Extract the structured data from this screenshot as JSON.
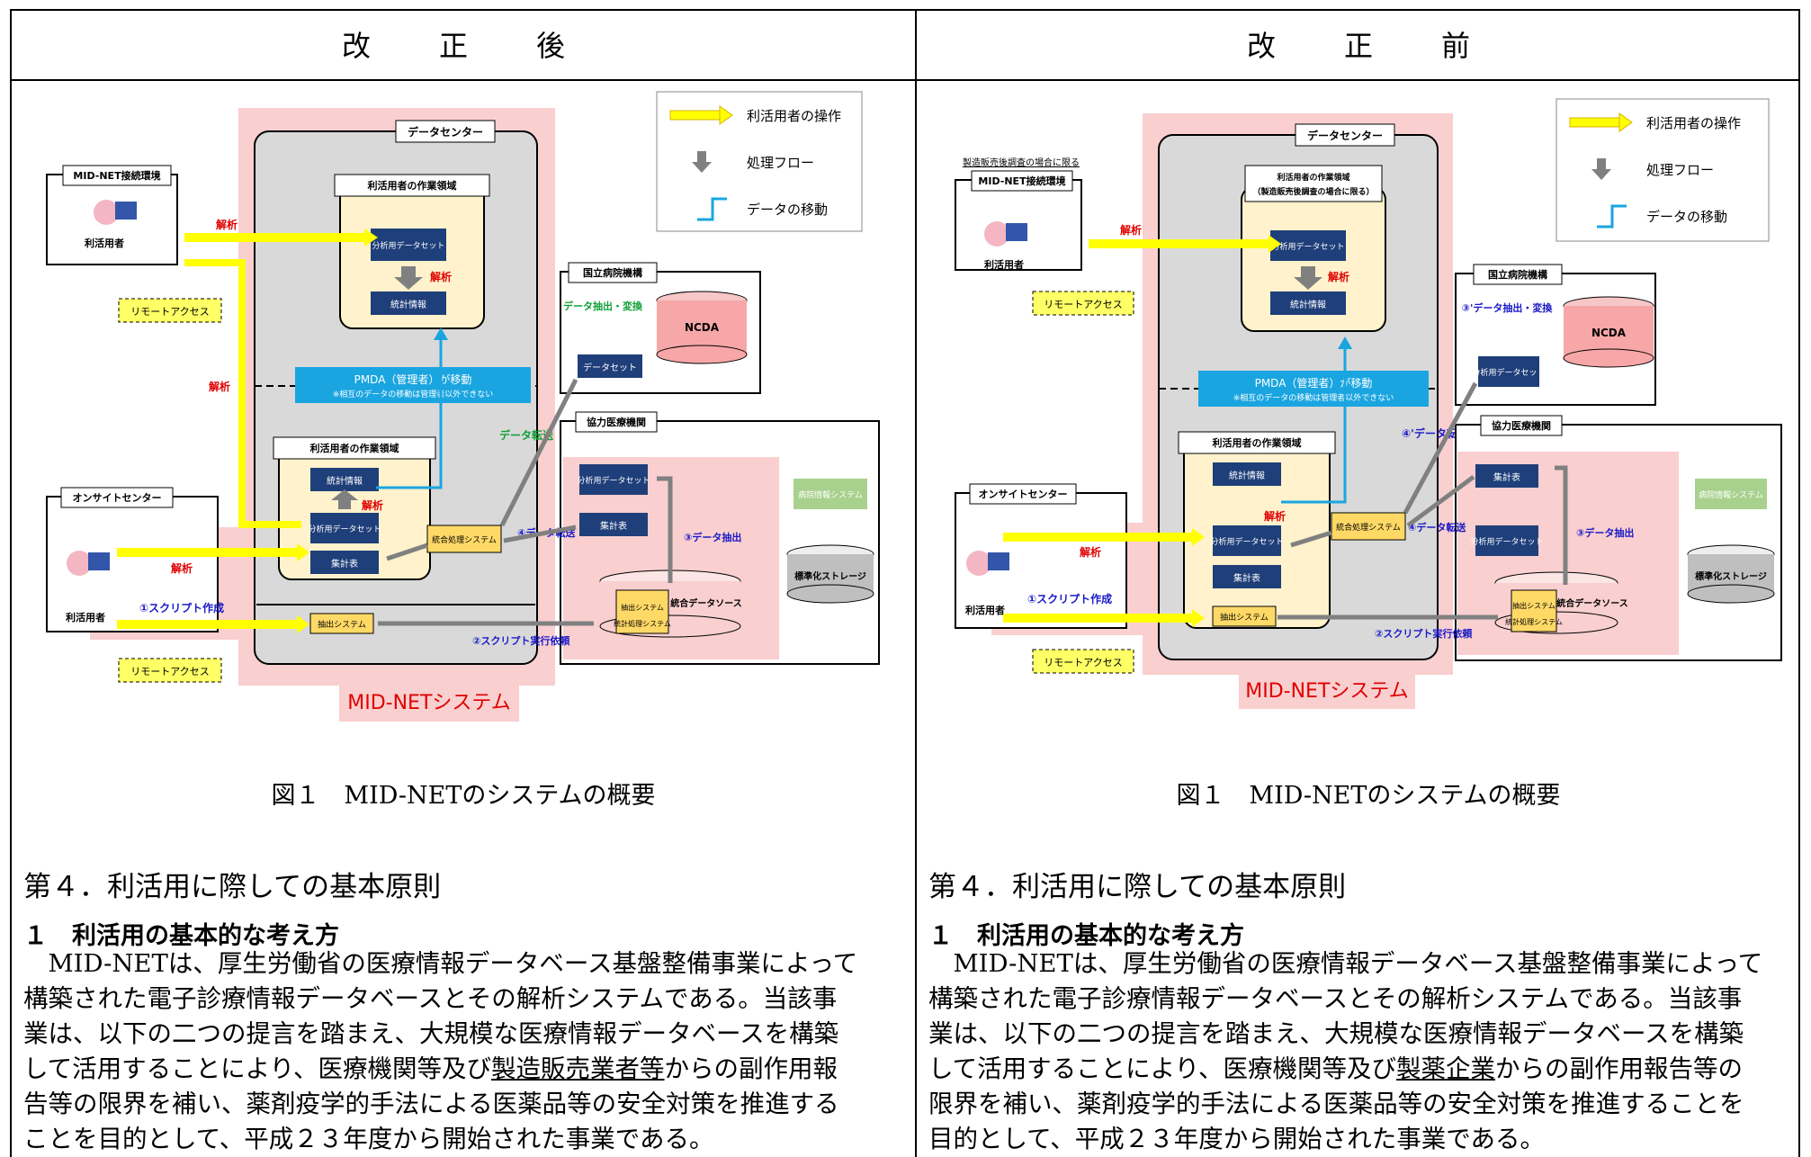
{
  "header": {
    "left": "改　正　後",
    "right": "改　正　前"
  },
  "diagram": {
    "legend": {
      "operation": "利活用者の操作",
      "flow": "処理フロー",
      "move": "データの移動"
    },
    "data_center": "データセンター",
    "mid_net_env": "MID-NET接続環境",
    "user": "利活用者",
    "remote_access": "リモートアクセス",
    "analysis": "解析",
    "work_area": "利活用者の作業領域",
    "work_area_old": "利活用者の作業領域（製造販売後調査の場合に限る）",
    "dataset": "分析用データセット",
    "stats": "統計情報",
    "summary": "集計表",
    "pmda": "PMDA（管理者）が移動",
    "pmda_note": "※相互のデータの移動は管理者以外できない",
    "onsite": "オンサイトセンター",
    "nho": "国立病院機構",
    "ncda": "NCDA",
    "extract_convert": "データ抽出・変換",
    "extract_convert_old": "③'データ抽出・変換",
    "data_set": "データセット",
    "data_transfer": "データ転送",
    "data_transfer_old": "④'データ転送",
    "coop": "協力医療機関",
    "hospital_info": "病院情報システム",
    "storage": "標準化ストレージ",
    "integrated_source": "統合データソース",
    "extract_system": "抽出システム",
    "stats_system": "統計処理システム",
    "integrated_system": "統合処理システム",
    "step1": "①スクリプト作成",
    "step2": "②スクリプト実行依頼",
    "step3": "③データ抽出",
    "step4": "④データ転送",
    "system": "MID-NETシステム",
    "limit_note": "製造販売後調査の場合に限る"
  },
  "caption": "図１　MID-NETのシステムの概要",
  "section_title": "第４．利活用に際しての基本原則",
  "subsection_title": "１　利活用の基本的な考え方",
  "left_text": [
    "　MID-NETは、厚生労働省の医療情報データベース基盤整備事業によって",
    "構築された電子診療情報データベースとその解析システムである。当該事",
    "業は、以下の二つの提言を踏まえ、大規模な医療情報データベースを構築",
    "して活用することにより、医療機関等及び",
    "製造販売業者等",
    "からの副作用報",
    "告等の限界を補い、薬剤疫学的手法による医薬品等の安全対策を推進する",
    "ことを目的として、平成２３年度から開始された事業である。"
  ],
  "right_text": [
    "　MID-NETは、厚生労働省の医療情報データベース基盤整備事業によって",
    "構築された電子診療情報データベースとその解析システムである。当該事",
    "業は、以下の二つの提言を踏まえ、大規模な医療情報データベースを構築",
    "して活用することにより、医療機関等及び",
    "製薬企業",
    "からの副作用報告等の",
    "限界を補い、薬剤疫学的手法による医薬品等の安全対策を推進することを",
    "目的として、平成２３年度から開始された事業である。"
  ]
}
